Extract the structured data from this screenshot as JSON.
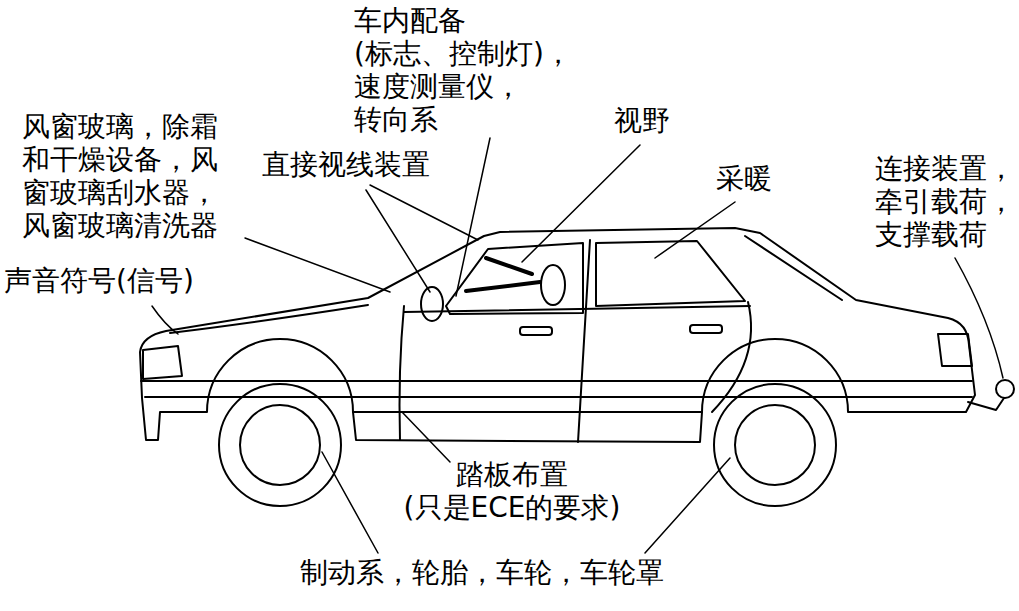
{
  "diagram": {
    "labels": [
      "车内配备 (标志、控制灯)， 速度测量仪， 转向系",
      "风窗玻璃，除霜 和干燥设备，风 窗玻璃刮水器， 风窗玻璃清洗器",
      "视野",
      "直接视线装置",
      "采暖",
      "连接装置， 牵引载荷， 支撑载荷",
      "声音符号(信号)",
      "踏板布置 (只是ECE的要求)",
      "制动系，轮胎，车轮，车轮罩"
    ]
  }
}
